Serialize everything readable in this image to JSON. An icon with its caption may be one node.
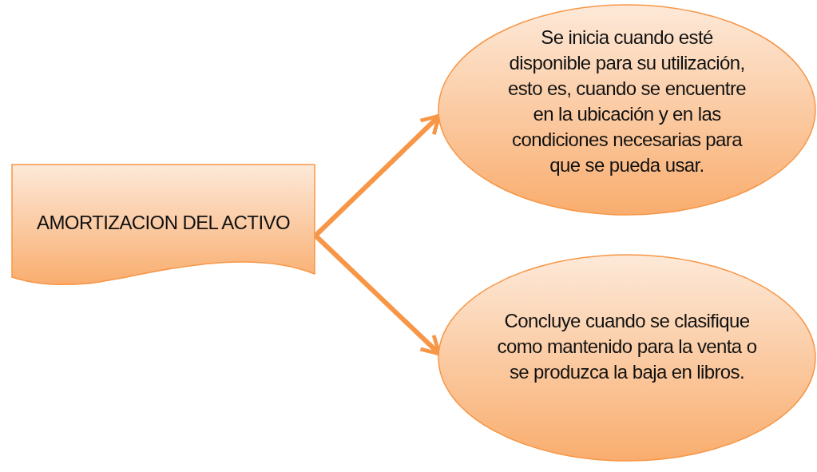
{
  "diagram": {
    "nodes": [
      {
        "text": [
          "AMORTIZACION DEL ACTIVO"
        ]
      },
      {
        "text": [
          "Se inicia cuando esté disponible para su utilización, esto es, cuando se encuentre en la ubicación y en las condiciones necesarias para que se pueda usar."
        ]
      },
      {
        "text": [
          "Concluye cuando se clasifique como mantenido para la venta o se produzca la baja en libros."
        ]
      }
    ],
    "edges": [
      {
        "from": 0,
        "to": 1,
        "arrow": "to"
      },
      {
        "from": 0,
        "to": 2,
        "arrow": "to"
      }
    ]
  }
}
